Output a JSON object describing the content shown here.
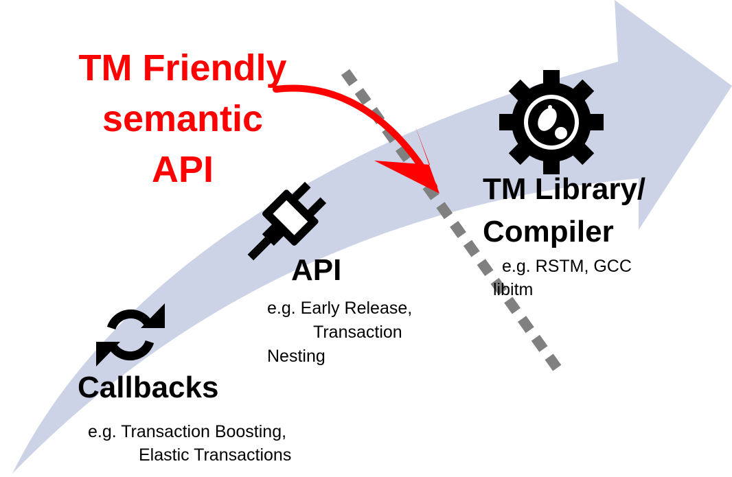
{
  "headline": {
    "lines": [
      "TM Friendly",
      "semantic",
      "API"
    ],
    "color": "#ff0000"
  },
  "stages": {
    "callbacks": {
      "title": "Callbacks",
      "examples": [
        "e.g. Transaction Boosting,",
        "Elastic Transactions"
      ],
      "icon": "refresh-icon"
    },
    "api": {
      "title": "API",
      "examples": [
        "e.g. Early Release,",
        "Transaction",
        "Nesting"
      ],
      "icon": "plug-icon"
    },
    "library": {
      "title_lines": [
        "TM Library/",
        "Compiler"
      ],
      "examples": [
        "e.g. RSTM, GCC",
        "libitm"
      ],
      "icon": "gear-icon"
    }
  },
  "colors": {
    "arrow_fill": "#ccd3e6",
    "divider": "#808080",
    "accent": "#ff0000",
    "icon": "#000000"
  }
}
